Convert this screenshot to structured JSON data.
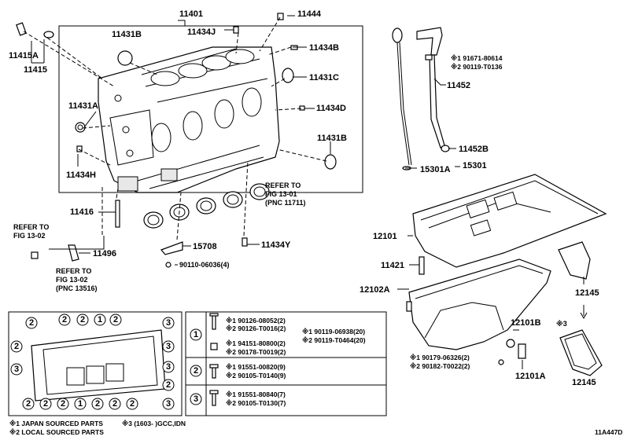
{
  "parts": {
    "p11401": "11401",
    "p11444": "11444",
    "p11431b_top": "11431B",
    "p11434j": "11434J",
    "p11434b": "11434B",
    "p11431c": "11431C",
    "p11431a": "11431A",
    "p11434d": "11434D",
    "p11431b_right": "11431B",
    "p11434h": "11434H",
    "p11415a": "11415A",
    "p11415": "11415",
    "p11416": "11416",
    "p15708": "15708",
    "p90110": "90110-06036(4)",
    "p11434y": "11434Y",
    "p11496": "11496",
    "p11452": "11452",
    "p11452b": "11452B",
    "p15301a": "15301A",
    "p15301": "15301",
    "p12101": "12101",
    "p11421": "11421",
    "p12102a": "12102A",
    "p12145_top": "12145",
    "p12101b": "12101B",
    "p12101a": "12101A",
    "p12145_bot": "12145",
    "star3": "※3"
  },
  "refs": {
    "ref1_line1": "REFER TO",
    "ref1_line2": "FIG 13-01",
    "ref1_line3": "(PNC 11711)",
    "ref2_line1": "REFER TO",
    "ref2_line2": "FIG 13-02",
    "ref3_line1": "REFER TO",
    "ref3_line2": "FIG 13-02",
    "ref3_line3": "(PNC 13516)"
  },
  "dipstick_bolts": {
    "line1": "※1 91671-80614",
    "line2": "※2 90119-T0136"
  },
  "pan_bolts": {
    "line1": "※1 90119-06938(20)",
    "line2": "※2 90119-T0464(20)"
  },
  "drain_bolts": {
    "line1": "※1 90179-06326(2)",
    "line2": "※2 90182-T0022(2)"
  },
  "legend_table": {
    "rows": [
      {
        "key": "1",
        "items": [
          "※1 90126-08052(2)",
          "※2 90126-T0016(2)",
          "※1 94151-80800(2)",
          "※2 90178-T0019(2)"
        ]
      },
      {
        "key": "2",
        "items": [
          "※1 91551-00820(9)",
          "※2 90105-T0140(9)"
        ]
      },
      {
        "key": "3",
        "items": [
          "※1 91551-80840(7)",
          "※2 90105-T0130(7)"
        ]
      }
    ]
  },
  "footer": {
    "note1": "※1 JAPAN SOURCED PARTS",
    "note2": "※2 LOCAL SOURCED PARTS",
    "note3": "※3 (1603-        )GCC,IDN",
    "code": "11A447D"
  },
  "bolt_map_numbers": [
    "2",
    "2",
    "2",
    "1",
    "2",
    "3",
    "2",
    "3",
    "3",
    "2",
    "3",
    "2",
    "2",
    "2",
    "1",
    "2",
    "2",
    "2",
    "3"
  ]
}
